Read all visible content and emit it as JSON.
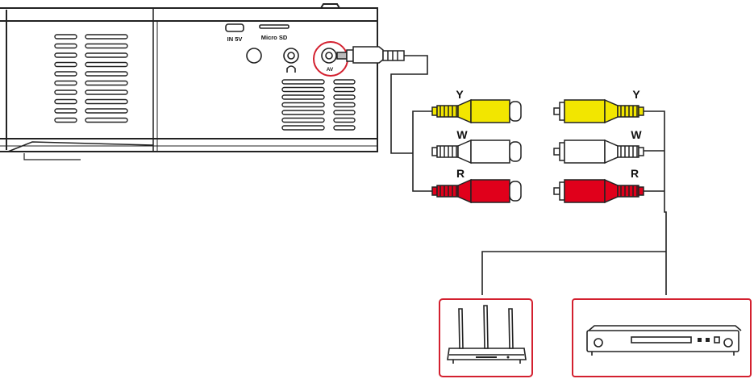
{
  "projector": {
    "ports": {
      "in5v_label": "IN 5V",
      "microsd_label": "Micro SD",
      "av_label": "AV"
    }
  },
  "cable_left": {
    "plugs": [
      {
        "label": "Y",
        "color": "#f2e600"
      },
      {
        "label": "W",
        "color": "#ffffff"
      },
      {
        "label": "R",
        "color": "#e0001b"
      }
    ]
  },
  "cable_right": {
    "plugs": [
      {
        "label": "Y",
        "color": "#f2e600"
      },
      {
        "label": "W",
        "color": "#ffffff"
      },
      {
        "label": "R",
        "color": "#e0001b"
      }
    ]
  },
  "devices": {
    "router_icon": "wifi-router-icon",
    "player_icon": "dvd-player-icon",
    "highlight_color": "#d3202f"
  }
}
